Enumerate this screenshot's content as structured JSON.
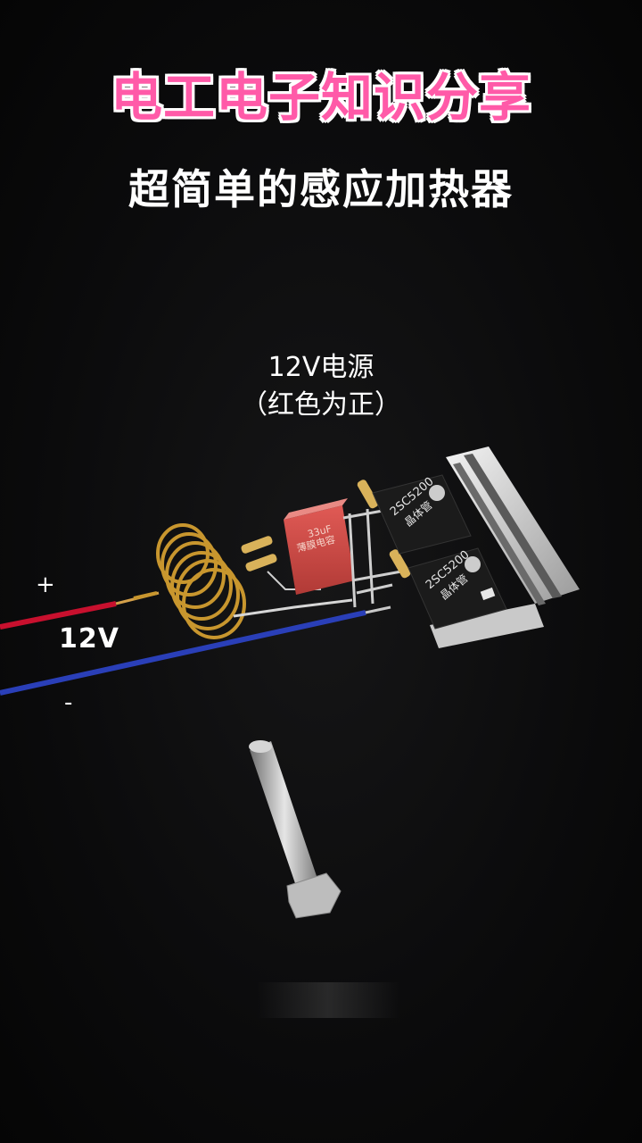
{
  "title": "电工电子知识分享",
  "subtitle": "超简单的感应加热器",
  "power_supply": {
    "line1": "12V电源",
    "line2": "（红色为正）"
  },
  "wire_labels": {
    "plus": "+",
    "voltage": "12V",
    "minus": "-"
  },
  "components": {
    "capacitor": {
      "line1": "33uF",
      "line2": "薄膜电容"
    },
    "transistor": {
      "model": "2SC5200",
      "type": "晶体管"
    }
  },
  "colors": {
    "title_pink": "#ff5aa8",
    "wire_red": "#c8102e",
    "wire_blue": "#2a3fb8",
    "coil_copper": "#c8962e"
  }
}
